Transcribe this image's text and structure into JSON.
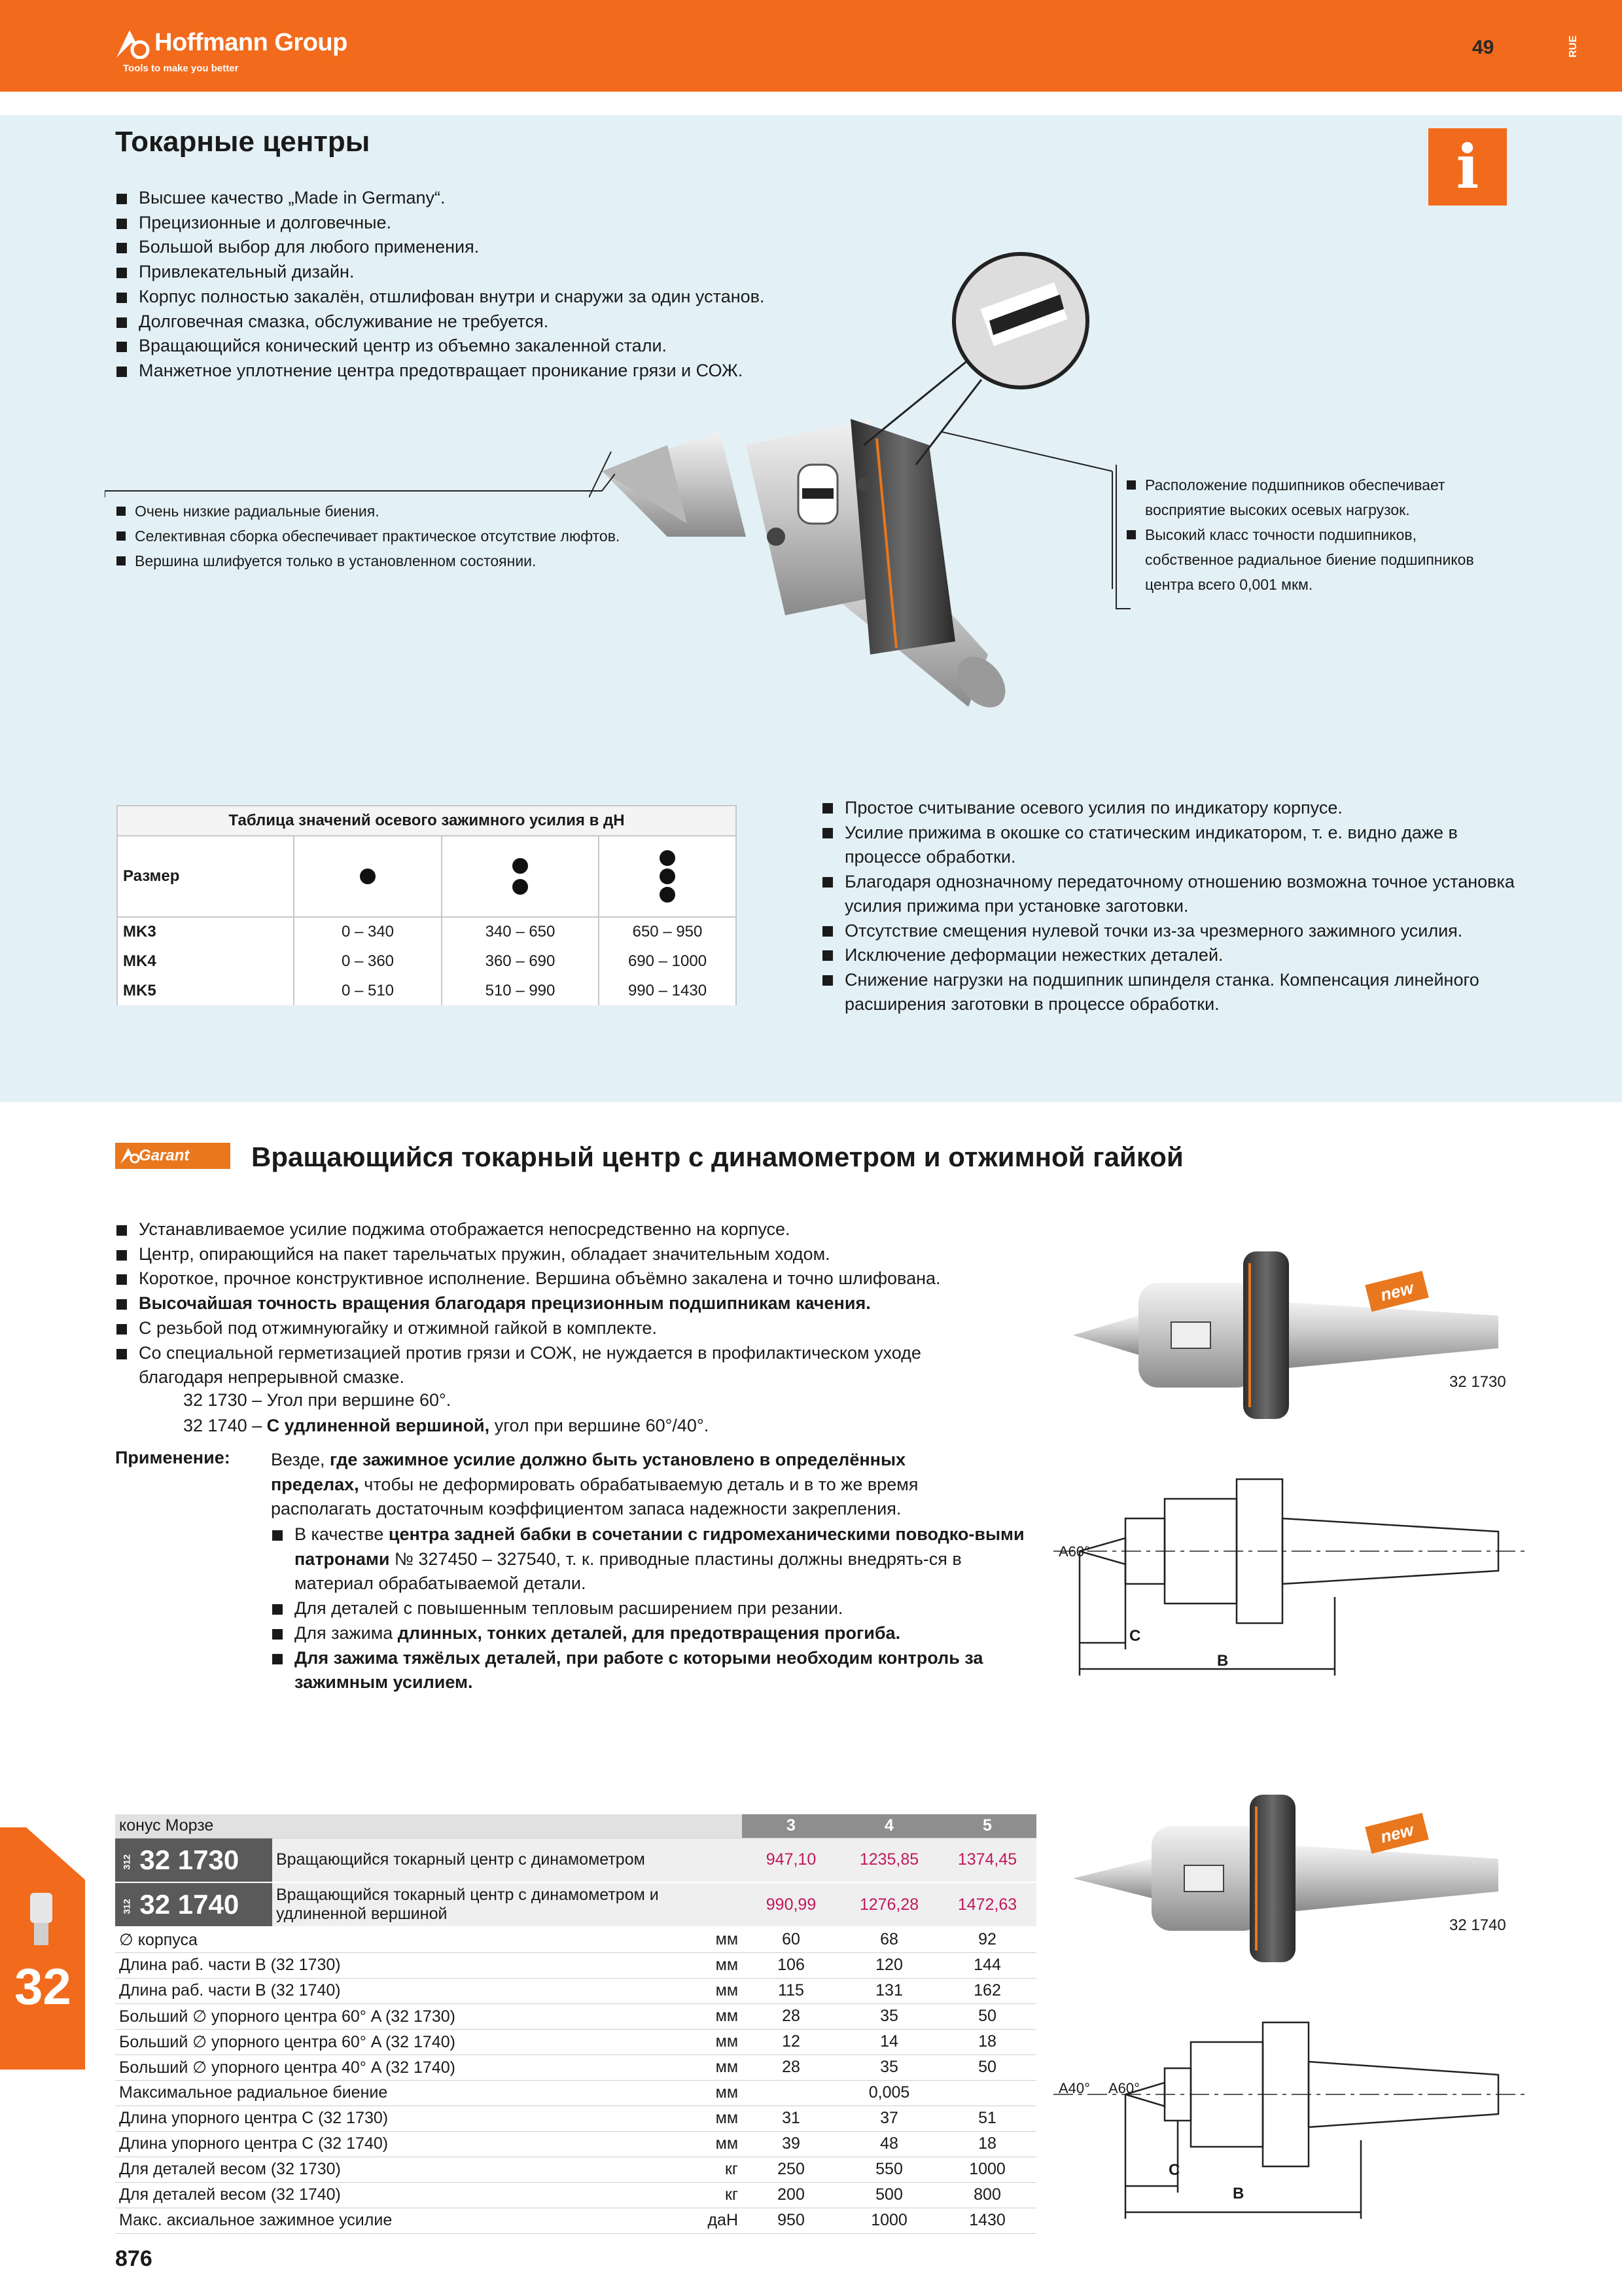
{
  "header": {
    "brand": "Hoffmann Group",
    "tagline": "Tools to make you better",
    "page_number": "49",
    "lang_code": "RUE"
  },
  "intro": {
    "title": "Токарные центры",
    "info_icon": "i",
    "features": [
      "Высшее качество „Made in Germany“.",
      "Прецизионные и долговечные.",
      "Большой выбор для любого применения.",
      "Привлекательный дизайн.",
      "Корпус полностью закалён, отшлифован внутри и снаружи за один установ.",
      "Долговечная смазка, обслуживание не требуется.",
      "Вращающийся конический центр из объемно закаленной стали.",
      "Манжетное уплотнение центра предотвращает проникание грязи и СОЖ."
    ],
    "note_left": [
      "Очень низкие радиальные биения.",
      "Селективная сборка обеспечивает практическое отсутствие люфтов.",
      "Вершина шлифуется только в установленном состоянии."
    ],
    "note_right": [
      "Расположение подшипников обеспечивает восприятие высоких осевых нагрузок.",
      "Высокий класс точности подшипников, собственное радиальное биение подшипников центра всего 0,001 мкм."
    ]
  },
  "clamp_table": {
    "caption": "Таблица значений осевого зажимного усилия в дН",
    "size_label": "Размер",
    "rows": [
      {
        "size": "MK3",
        "v1": "0 – 340",
        "v2": "340 – 650",
        "v3": "650 –   950"
      },
      {
        "size": "MK4",
        "v1": "0 – 360",
        "v2": "360 – 690",
        "v3": "690 – 1000"
      },
      {
        "size": "MK5",
        "v1": "0 – 510",
        "v2": "510 – 990",
        "v3": "990 – 1430"
      }
    ]
  },
  "indicator_list": [
    "Простое считывание осевого усилия по индикатору корпусе.",
    "Усилие прижима в окошке со статическим индикатором, т. е. видно даже в процессе обработки.",
    "Благодаря однозначному передаточному отношению возможна точное установка усилия прижима при установке заготовки.",
    "Отсутствие смещения нулевой точки из-за чрезмерного зажимного усилия.",
    "Исключение деформации нежестких деталей.",
    "Снижение нагрузки на подшипник шпинделя станка. Компенсация линейного расширения заготовки в процессе обработки."
  ],
  "product": {
    "brand_badge": "Garant",
    "title": "Вращающийся токарный центр с динамометром и отжимной гайкой",
    "list": [
      "Устанавливаемое усилие поджима отображается непосредственно на корпусе.",
      "Центр, опирающийся на пакет тарельчатых пружин, обладает значительным ходом.",
      "Короткое, прочное конструктивное исполнение. Вершина объёмно закалена и точно шлифована.",
      "Высочайшая точность вращения благодаря прецизионным подшипникам качения.",
      "С резьбой под отжимнуюгайку и отжимной гайкой в комплекте.",
      "Со специальной герметизацией против грязи и СОЖ, не нуждается в профилактическом уходе благодаря непрерывной смазке."
    ],
    "variant1_code": "32 1730 –",
    "variant1_text": "Угол при вершине 60°.",
    "variant2_code": "32 1740 –",
    "variant2_bold": "С удлиненной вершиной,",
    "variant2_text": "угол при вершине 60°/40°.",
    "application_label": "Применение:",
    "application_pre": "Везде,",
    "application_bold": "где зажимное усилие должно быть установлено в определённых пределах,",
    "application_post": "чтобы не деформировать обрабатываемую деталь и в то же время располагать достаточным коэффициентом запаса надежности закрепления.",
    "app_item1_pre": "В качестве",
    "app_item1_bold": "центра задней бабки в сочетании с гидромеханическими поводко-выми патронами",
    "app_item1_post": "№ 327450 – 327540, т. к. приводные пластины должны внедрять-ся в материал обрабатываемой детали.",
    "app_item2": "Для деталей с повышенным тепловым расширением при резании.",
    "app_item3_pre": "Для зажима",
    "app_item3_bold": "длинных, тонких деталей, для предотвращения прогиба.",
    "app_item4": "Для зажима тяжёлых деталей, при работе с которыми необходим контроль за зажимным усилием.",
    "new_tag": "new",
    "art_label_1": "32 1730",
    "art_label_2": "32 1740",
    "dim_a60": "A60°",
    "dim_a40": "A40°",
    "dim_c": "C",
    "dim_b": "B"
  },
  "side_tab": {
    "number": "32"
  },
  "spec_table": {
    "header_label": "конус Морзе",
    "sizes": [
      "3",
      "4",
      "5"
    ],
    "articles": [
      {
        "code": "32 1730",
        "prefix": "312",
        "name": "Вращающийся токарный центр с динамометром",
        "prices": [
          "947,10",
          "1235,85",
          "1374,45"
        ]
      },
      {
        "code": "32 1740",
        "prefix": "312",
        "name": "Вращающийся токарный центр с динамометром и удлиненной вершиной",
        "prices": [
          "990,99",
          "1276,28",
          "1472,63"
        ]
      }
    ],
    "rows": [
      {
        "label": "∅ корпуса",
        "unit": "мм",
        "values": [
          "60",
          "68",
          "92"
        ]
      },
      {
        "label": "Длина раб. части B (32 1730)",
        "unit": "мм",
        "values": [
          "106",
          "120",
          "144"
        ]
      },
      {
        "label": "Длина раб. части B (32 1740)",
        "unit": "мм",
        "values": [
          "115",
          "131",
          "162"
        ]
      },
      {
        "label": "Больший ∅ упорного центра 60° A (32 1730)",
        "unit": "мм",
        "values": [
          "28",
          "35",
          "50"
        ]
      },
      {
        "label": "Больший ∅ упорного центра 60° A (32 1740)",
        "unit": "мм",
        "values": [
          "12",
          "14",
          "18"
        ]
      },
      {
        "label": "Больший ∅ упорного центра 40° A (32 1740)",
        "unit": "мм",
        "values": [
          "28",
          "35",
          "50"
        ]
      },
      {
        "label": "Максимальное радиальное биение",
        "unit": "мм",
        "values": [
          "",
          "0,005",
          ""
        ]
      },
      {
        "label": "Длина упорного центра C (32 1730)",
        "unit": "мм",
        "values": [
          "31",
          "37",
          "51"
        ]
      },
      {
        "label": "Длина упорного центра C (32 1740)",
        "unit": "мм",
        "values": [
          "39",
          "48",
          "18"
        ]
      },
      {
        "label": "Для деталей весом (32 1730)",
        "unit": "кг",
        "values": [
          "250",
          "550",
          "1000"
        ]
      },
      {
        "label": "Для деталей весом (32 1740)",
        "unit": "кг",
        "values": [
          "200",
          "500",
          "800"
        ]
      },
      {
        "label": "Макс. аксиальное зажимное усилие",
        "unit": "даН",
        "values": [
          "950",
          "1000",
          "1430"
        ]
      }
    ]
  },
  "footer": {
    "page_number": "876"
  },
  "colors": {
    "brand_orange": "#f26a1b",
    "panel_blue": "#e3f1f6",
    "price_magenta": "#c2185b"
  }
}
